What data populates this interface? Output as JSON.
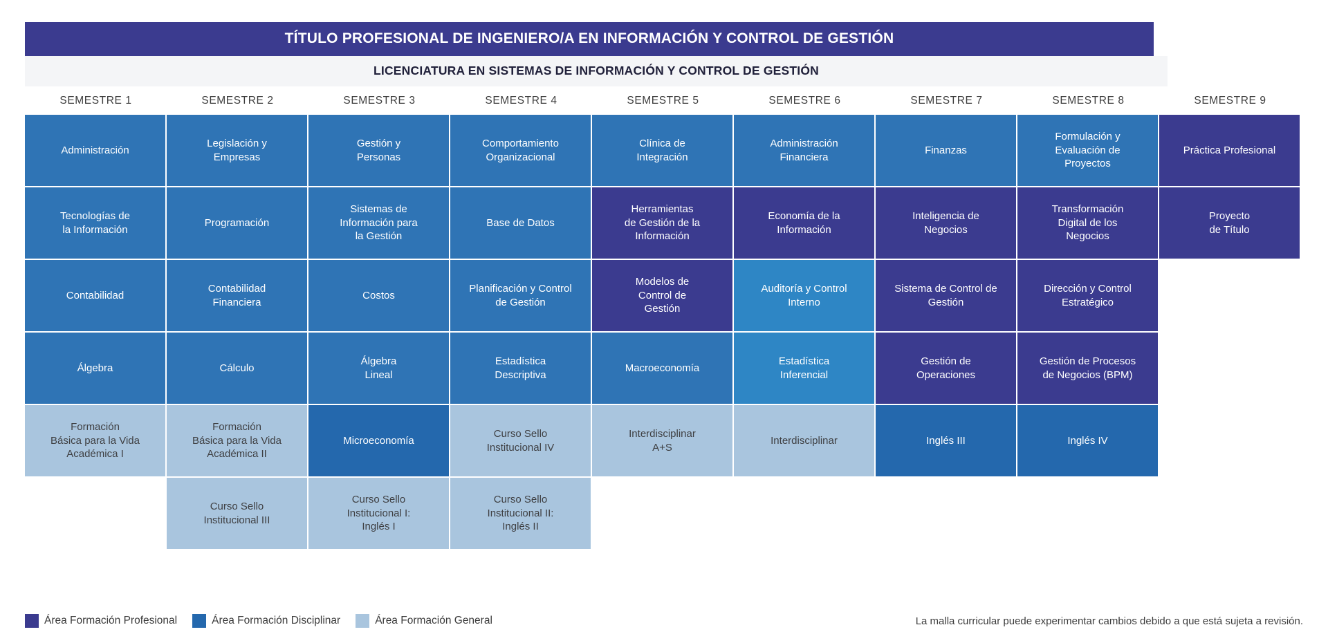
{
  "header": {
    "title": "TÍTULO PROFESIONAL DE INGENIERO/A EN INFORMACIÓN Y CONTROL DE GESTIÓN",
    "subtitle": "LICENCIATURA EN SISTEMAS DE INFORMACIÓN Y CONTROL DE GESTIÓN"
  },
  "colors": {
    "profesional": "#3b3b8f",
    "disciplinar": "#2f74b5",
    "disciplinar_deep": "#2468ad",
    "disciplinar_light": "#2e86c5",
    "general": "#a9c5de",
    "banner": "#3b3b8f",
    "subtitle_bg": "#f4f5f7"
  },
  "chart_data": {
    "type": "table",
    "title": "Malla Curricular - Ingeniería en Información y Control de Gestión",
    "columns": [
      "SEMESTRE 1",
      "SEMESTRE 2",
      "SEMESTRE 3",
      "SEMESTRE 4",
      "SEMESTRE 5",
      "SEMESTRE 6",
      "SEMESTRE 7",
      "SEMESTRE 8",
      "SEMESTRE  9"
    ],
    "legend": [
      "Área Formación Profesional",
      "Área Formación Disciplinar",
      "Área Formación General"
    ]
  },
  "semesters": [
    {
      "label": "SEMESTRE 1"
    },
    {
      "label": "SEMESTRE 2"
    },
    {
      "label": "SEMESTRE 3"
    },
    {
      "label": "SEMESTRE 4"
    },
    {
      "label": "SEMESTRE 5"
    },
    {
      "label": "SEMESTRE 6"
    },
    {
      "label": "SEMESTRE 7"
    },
    {
      "label": "SEMESTRE 8"
    },
    {
      "label": "SEMESTRE  9"
    }
  ],
  "rows": [
    [
      {
        "name": "Administración",
        "area": "disc"
      },
      {
        "name": "Legislación y\nEmpresas",
        "area": "disc"
      },
      {
        "name": "Gestión y\nPersonas",
        "area": "disc"
      },
      {
        "name": "Comportamiento\nOrganizacional",
        "area": "disc"
      },
      {
        "name": "Clínica de\nIntegración",
        "area": "disc"
      },
      {
        "name": "Administración\nFinanciera",
        "area": "disc"
      },
      {
        "name": "Finanzas",
        "area": "disc"
      },
      {
        "name": "Formulación y\nEvaluación de\nProyectos",
        "area": "disc"
      },
      {
        "name": "Práctica Profesional",
        "area": "prof"
      }
    ],
    [
      {
        "name": "Tecnologías de\nla Información",
        "area": "disc"
      },
      {
        "name": "Programación",
        "area": "disc"
      },
      {
        "name": "Sistemas de\nInformación para\nla Gestión",
        "area": "disc"
      },
      {
        "name": "Base de Datos",
        "area": "disc"
      },
      {
        "name": "Herramientas\nde Gestión de la\nInformación",
        "area": "prof"
      },
      {
        "name": "Economía de la\nInformación",
        "area": "prof"
      },
      {
        "name": "Inteligencia de\nNegocios",
        "area": "prof"
      },
      {
        "name": "Transformación\nDigital de los\nNegocios",
        "area": "prof"
      },
      {
        "name": "Proyecto\nde Título",
        "area": "prof"
      }
    ],
    [
      {
        "name": "Contabilidad",
        "area": "disc"
      },
      {
        "name": "Contabilidad\nFinanciera",
        "area": "disc"
      },
      {
        "name": "Costos",
        "area": "disc"
      },
      {
        "name": "Planificación y Control\nde Gestión",
        "area": "disc"
      },
      {
        "name": "Modelos de\nControl de\nGestión",
        "area": "prof"
      },
      {
        "name": "Auditoría y Control\nInterno",
        "area": "disc-lite"
      },
      {
        "name": "Sistema de Control de\nGestión",
        "area": "prof"
      },
      {
        "name": "Dirección y Control\nEstratégico",
        "area": "prof"
      },
      {
        "name": "",
        "area": "empty"
      }
    ],
    [
      {
        "name": "Álgebra",
        "area": "disc"
      },
      {
        "name": "Cálculo",
        "area": "disc"
      },
      {
        "name": "Álgebra\nLineal",
        "area": "disc"
      },
      {
        "name": "Estadística\nDescriptiva",
        "area": "disc"
      },
      {
        "name": "Macroeconomía",
        "area": "disc"
      },
      {
        "name": "Estadística\nInferencial",
        "area": "disc-lite"
      },
      {
        "name": "Gestión de\nOperaciones",
        "area": "prof"
      },
      {
        "name": "Gestión de Procesos\nde Negocios (BPM)",
        "area": "prof"
      },
      {
        "name": "",
        "area": "empty"
      }
    ],
    [
      {
        "name": "Formación\nBásica para la Vida\nAcadémica I",
        "area": "gen"
      },
      {
        "name": "Formación\nBásica para la Vida\nAcadémica II",
        "area": "gen"
      },
      {
        "name": "Microeconomía",
        "area": "disc-deep"
      },
      {
        "name": "Curso Sello\nInstitucional IV",
        "area": "gen"
      },
      {
        "name": "Interdisciplinar\nA+S",
        "area": "gen"
      },
      {
        "name": "Interdisciplinar",
        "area": "gen"
      },
      {
        "name": "Inglés III",
        "area": "disc-deep"
      },
      {
        "name": "Inglés IV",
        "area": "disc-deep"
      },
      {
        "name": "",
        "area": "empty"
      }
    ],
    [
      {
        "name": "",
        "area": "empty"
      },
      {
        "name": "Curso Sello\nInstitucional III",
        "area": "gen"
      },
      {
        "name": "Curso Sello\nInstitucional I:\nInglés I",
        "area": "gen"
      },
      {
        "name": "Curso Sello\nInstitucional II:\nInglés II",
        "area": "gen"
      },
      {
        "name": "",
        "area": "empty"
      },
      {
        "name": "",
        "area": "empty"
      },
      {
        "name": "",
        "area": "empty"
      },
      {
        "name": "",
        "area": "empty"
      },
      {
        "name": "",
        "area": "empty"
      }
    ]
  ],
  "legend": [
    {
      "label": "Área Formación Profesional",
      "color": "#3b3b8f"
    },
    {
      "label": "Área Formación Disciplinar",
      "color": "#2468ad"
    },
    {
      "label": "Área Formación General",
      "color": "#a9c5de"
    }
  ],
  "footer": {
    "disclaimer": "La malla curricular puede experimentar cambios debido a que está sujeta a revisión."
  }
}
